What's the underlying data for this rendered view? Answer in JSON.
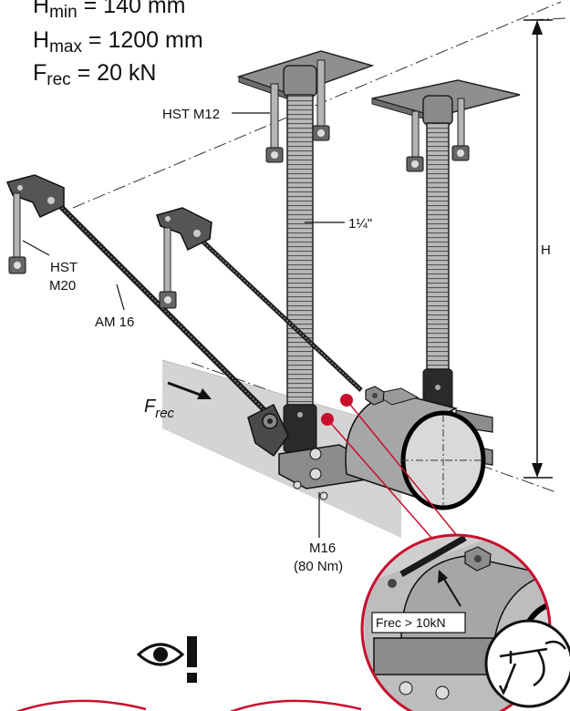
{
  "specs": {
    "hmin": {
      "symbol": "H",
      "sub": "min",
      "value": " = 140 mm"
    },
    "hmax": {
      "symbol": "H",
      "sub": "max",
      "value": " = 1200 mm"
    },
    "frec": {
      "symbol": "F",
      "sub": "rec",
      "value": " = 20 kN"
    }
  },
  "labels": {
    "hst_m12": "HST M12",
    "pipe_size": "1¼\"",
    "hst_m20_line1": "HST",
    "hst_m20_line2": "M20",
    "am16": "AM 16",
    "force_main": "F",
    "force_sub": "rec",
    "height": "H",
    "m16_line1": "M16",
    "m16_line2": "(80 Nm)",
    "detail_force": "Frec > 10kN"
  },
  "warning": {
    "icons": [
      "eye-icon",
      "exclamation-icon"
    ],
    "mark": "!"
  },
  "colors": {
    "accent": "#c8102e",
    "steel": "#a9a9a9",
    "dark": "#1a1a1a",
    "duct": "#d4d4d4"
  }
}
